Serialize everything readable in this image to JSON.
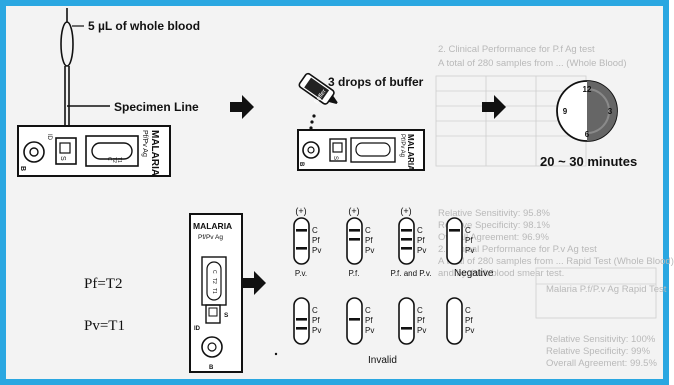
{
  "step1": {
    "volume_label": "5 µL of whole blood",
    "line_label": "Specimen Line",
    "cassette_brand": "MALARIA",
    "cassette_sub": "Pf/Pv Ag",
    "well_s": "S",
    "port_id": "ID",
    "port_b": "B",
    "window_c": "C",
    "window_t2": "T2",
    "window_t1": "T1"
  },
  "step2": {
    "buffer_label": "3 drops of buffer",
    "bottle_label": "Buffer"
  },
  "step3": {
    "time_label": "20 ~ 30 minutes",
    "clock_12": "12",
    "clock_3": "3",
    "clock_6": "6",
    "clock_9": "9"
  },
  "legend": {
    "pf": "Pf=T2",
    "pv": "Pv=T1"
  },
  "results": {
    "line_labels": [
      "C",
      "Pf",
      "Pv"
    ],
    "positive_marks": [
      "(+)",
      "(+)",
      "(+)"
    ],
    "positive_captions": [
      "P.v.",
      "P.f.",
      "P.f. and P.v."
    ],
    "negative_caption": "Negative",
    "invalid_caption": "Invalid"
  },
  "background_text": {
    "lines": [
      "2. Clinical Performance for P.f Ag test",
      "A total of 280 samples from ... (Whole Blood)",
      "Relative Sensitivity: 95.8%",
      "Relative Specificity: 98.1%",
      "Overall Agreement: 96.9%",
      "2. Clinical Performance for P.v Ag test",
      "A total of 280 samples from ... Rapid Test (Whole Blood)",
      "and by thick blood smear test.",
      "Malaria P.f/P.v Ag Rapid Test",
      "Relative Sensitivity: 100%",
      "Relative Specificity: 99%",
      "Overall Agreement: 99.5%"
    ]
  },
  "colors": {
    "frame": "#2aa7e1",
    "ink": "#111111"
  }
}
